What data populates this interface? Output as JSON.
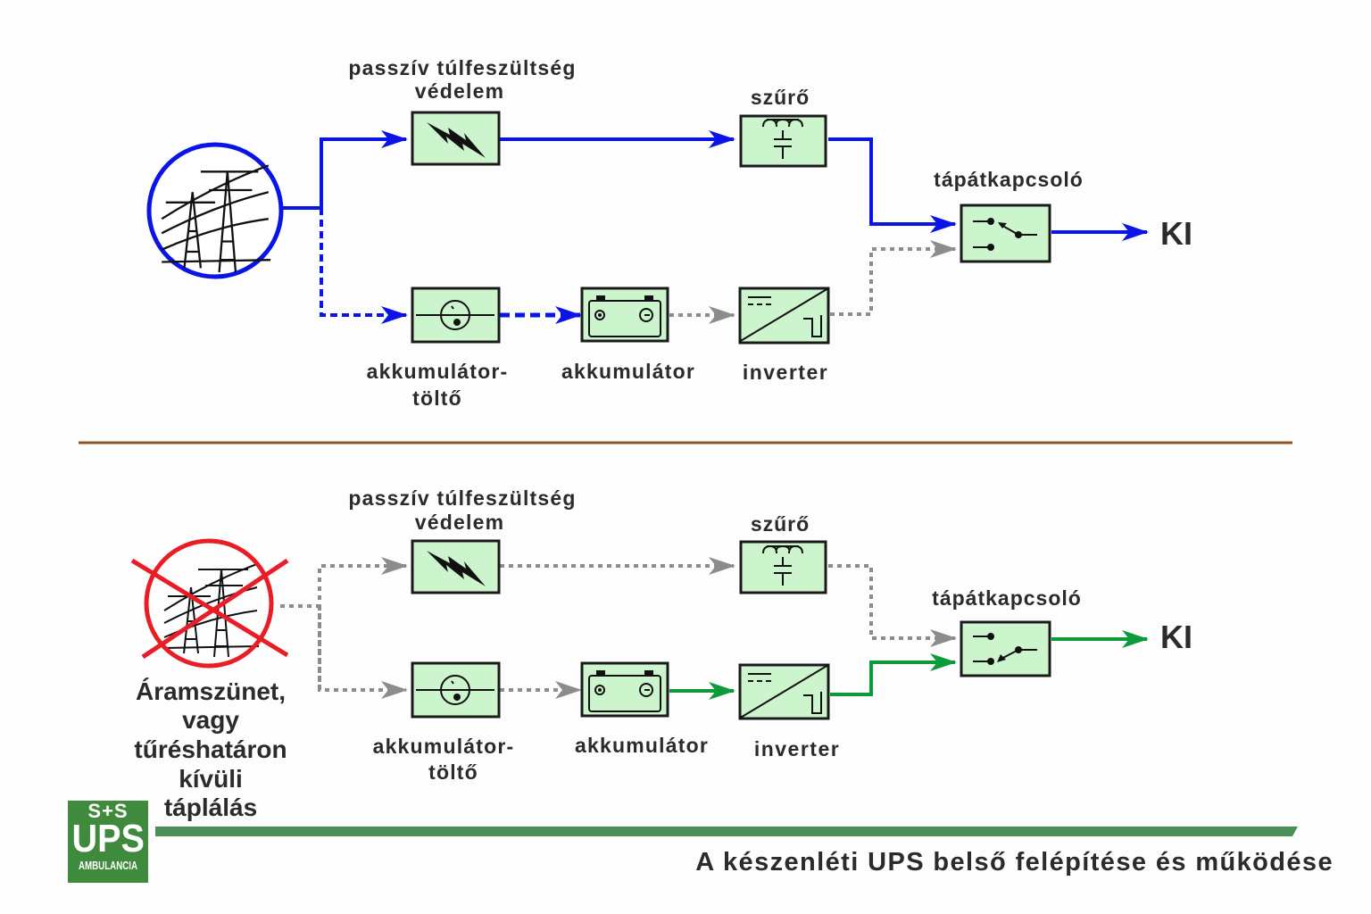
{
  "title": "A készenléti UPS belső felépítése és működése",
  "logo": {
    "line1": "S+S",
    "line2": "UPS",
    "line3": "AMBULANCIA"
  },
  "colors": {
    "normal_flow": "#0a14e6",
    "battery_flow": "#0c9a3a",
    "inactive_flow": "#8c8c8c",
    "block_fill": "#cdf5cd",
    "separator": "#8b5a2b",
    "no_power": "#e81d25",
    "footer_bar": "#4a8f55"
  },
  "diagrams": [
    {
      "mode": "normal",
      "labels": {
        "surge_line1": "passzív túlfeszültség",
        "surge_line2": "védelem",
        "filter": "szűrő",
        "transfer_switch": "tápátkapcsoló",
        "output": "KI",
        "charger_line1": "akkumulátor-",
        "charger_line2": "töltő",
        "battery": "akkumulátor",
        "inverter": "inverter"
      },
      "source_state": "mains available",
      "switch_position": "mains"
    },
    {
      "mode": "battery",
      "labels": {
        "surge_line1": "passzív túlfeszültség",
        "surge_line2": "védelem",
        "filter": "szűrő",
        "transfer_switch": "tápátkapcsoló",
        "output": "KI",
        "charger_line1": "akkumulátor-",
        "charger_line2": "töltő",
        "battery": "akkumulátor",
        "inverter": "inverter",
        "outage_line1": "Áramszünet,",
        "outage_line2": "vagy",
        "outage_line3": "tűréshatáron",
        "outage_line4": "kívüli",
        "outage_line5": "táplálás"
      },
      "source_state": "power outage",
      "switch_position": "inverter"
    }
  ]
}
